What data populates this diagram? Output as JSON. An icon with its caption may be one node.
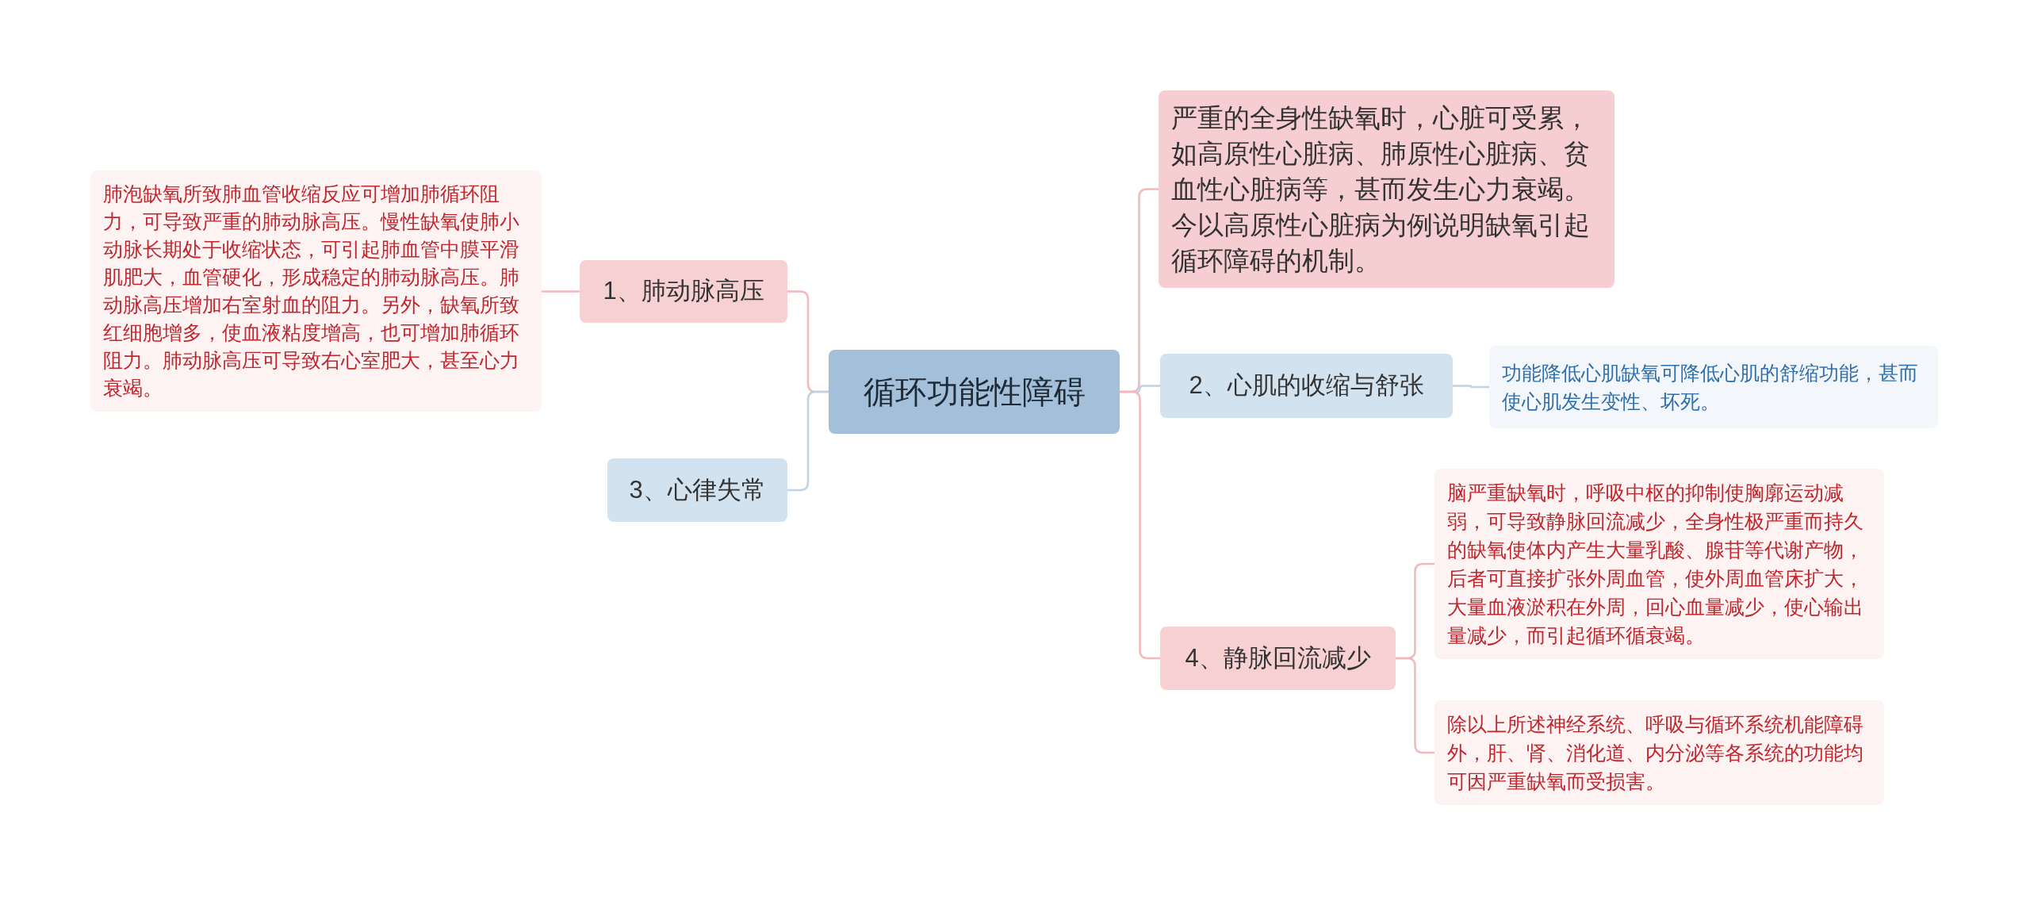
{
  "diagram": {
    "nodes": [
      {
        "text": [
          "循环功能性障碍"
        ]
      },
      {
        "text": [
          "1、肺动脉高压"
        ]
      },
      {
        "text": [
          "肺泡缺氧所致肺血管收缩反应可增加肺循环阻力，可导致严重的肺动脉高压。慢性缺氧使肺小动脉长期处于收缩状态，可引起肺血管中膜平滑肌肥大，血管硬化，形成稳定的肺动脉高压。肺动脉高压增加右室射血的阻力。另外，缺氧所致红细胞增多，使血液粘度增高，也可增加肺循环阻力。肺动脉高压可导致右心室肥大，甚至心力衰竭。"
        ]
      },
      {
        "text": [
          "3、心律失常"
        ]
      },
      {
        "text": [
          "严重的全身性缺氧时，心脏可受累，如高原性心脏病、肺原性心脏病、贫血性心脏病等，甚而发生心力衰竭。今以高原性心脏病为例说明缺氧引起循环障碍的机制。"
        ]
      },
      {
        "text": [
          "2、心肌的收缩与舒张"
        ]
      },
      {
        "text": [
          "功能降低心肌缺氧可降低心肌的舒缩功能，甚而使心肌发生变性、坏死。"
        ]
      },
      {
        "text": [
          "4、静脉回流减少"
        ]
      },
      {
        "text": [
          "脑严重缺氧时，呼吸中枢的抑制使胸廓运动减弱，可导致静脉回流减少，全身性极严重而持久的缺氧使体内产生大量乳酸、腺苷等代谢产物，后者可直接扩张外周血管，使外周血管床扩大，大量血液淤积在外周，回心血量减少，使心输出量减少，而引起循环循衰竭。"
        ]
      },
      {
        "text": [
          "除以上所述神经系统、呼吸与循环系统机能障碍外，肝、肾、消化道、内分泌等各系统的功能均可因严重缺氧而受损害。"
        ]
      }
    ],
    "edges": [
      {
        "from": 0,
        "to": 1,
        "arrow": "none"
      },
      {
        "from": 1,
        "to": 2,
        "arrow": "none"
      },
      {
        "from": 0,
        "to": 3,
        "arrow": "none",
        "color": "#bcd4e6"
      },
      {
        "from": 0,
        "to": 4,
        "arrow": "none"
      },
      {
        "from": 0,
        "to": 5,
        "arrow": "none",
        "color": "#bcd4e6"
      },
      {
        "from": 5,
        "to": 6,
        "arrow": "none",
        "color": "#bcd4e6"
      },
      {
        "from": 0,
        "to": 7,
        "arrow": "none"
      },
      {
        "from": 7,
        "to": 8,
        "arrow": "none"
      },
      {
        "from": 7,
        "to": 9,
        "arrow": "none"
      }
    ]
  }
}
